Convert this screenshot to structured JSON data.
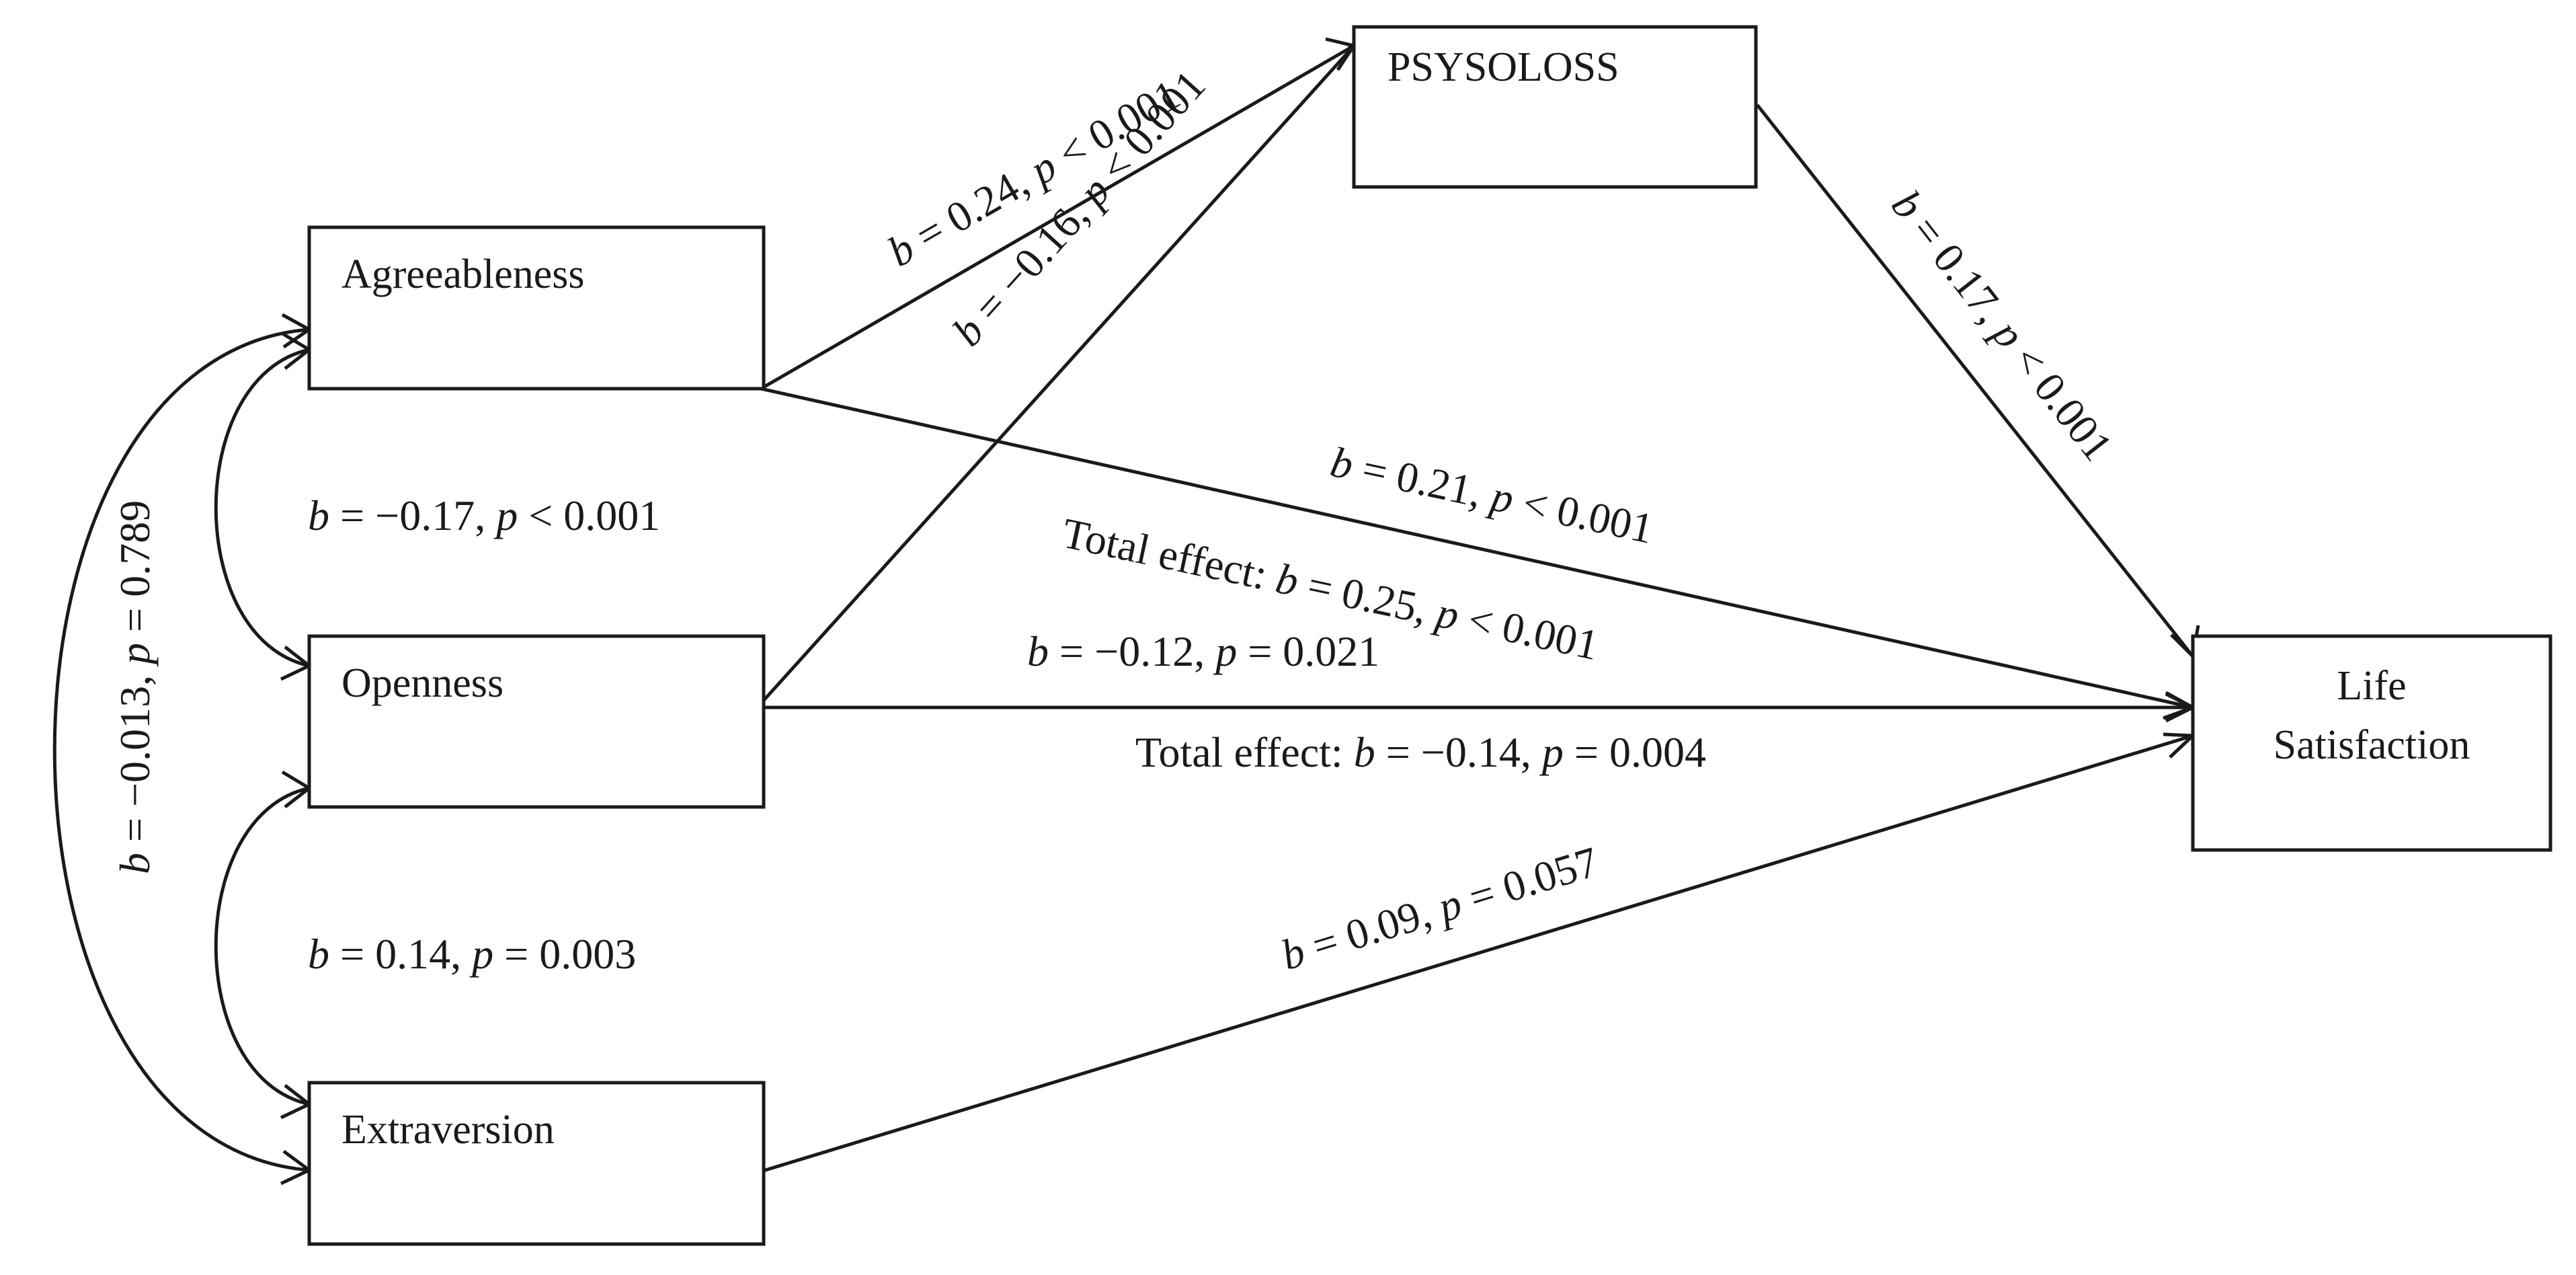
{
  "nodes": {
    "agreeableness": {
      "label": "Agreeableness"
    },
    "openness": {
      "label": "Openness"
    },
    "extraversion": {
      "label": "Extraversion"
    },
    "psysoloss": {
      "label": "PSYSOLOSS"
    },
    "life_satisfaction": {
      "line1": "Life",
      "line2": "Satisfaction"
    }
  },
  "edges": {
    "agree_to_psysoloss": {
      "b": "b",
      "eq1": " = 0.24, ",
      "p": "p",
      "eq2": " < 0.001"
    },
    "open_to_psysoloss": {
      "b": "b",
      "eq1": " = −0.16, ",
      "p": "p",
      "eq2": " < 0.001"
    },
    "psysoloss_to_life": {
      "b": "b",
      "eq1": " = 0.17, ",
      "p": "p",
      "eq2": " < 0.001"
    },
    "agree_to_life": {
      "b": "b",
      "eq1": " = 0.21, ",
      "p": "p",
      "eq2": " < 0.001",
      "total_prefix": "Total effect: ",
      "tb": "b",
      "teq1": " = 0.25, ",
      "tp": "p",
      "teq2": " < 0.001"
    },
    "open_to_life": {
      "b": "b",
      "eq1": " = −0.12, ",
      "p": "p",
      "eq2": " = 0.021",
      "total_prefix": "Total effect: ",
      "tb": "b",
      "teq1": " = −0.14, ",
      "tp": "p",
      "teq2": " = 0.004"
    },
    "extra_to_life": {
      "b": "b",
      "eq1": " = 0.09, ",
      "p": "p",
      "eq2": " = 0.057"
    },
    "cov_agree_open": {
      "b": "b",
      "eq1": " = −0.17, ",
      "p": "p",
      "eq2": " < 0.001"
    },
    "cov_open_extra": {
      "b": "b",
      "eq1": " = 0.14, ",
      "p": "p",
      "eq2": " = 0.003"
    },
    "cov_agree_extra": {
      "b": "b",
      "eq1": " = −0.013, ",
      "p": "p",
      "eq2": " = 0.789"
    }
  }
}
